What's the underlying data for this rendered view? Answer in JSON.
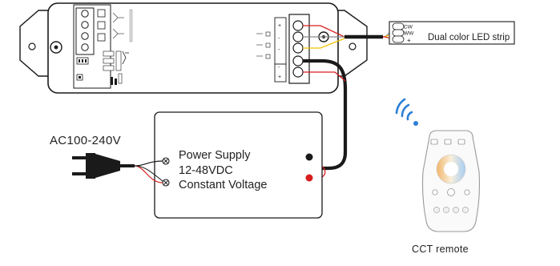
{
  "labels": {
    "ac_input": "AC100-240V",
    "power_supply_line1": "Power Supply",
    "power_supply_line2": "12-48VDC",
    "power_supply_line3": "Constant Voltage",
    "led_strip": "Dual color LED strip",
    "remote": "CCT remote"
  },
  "strip_terminals": [
    "CW",
    "WW",
    "+"
  ],
  "controller_input_terminals": [
    "-",
    "+"
  ],
  "controller_output_terminals": [
    "+",
    "-",
    "-"
  ],
  "colors": {
    "outline": "#1a1a1a",
    "positive_wire": "#d81e1e",
    "cw_wire": "#8a8a8a",
    "ww_wire": "#f2c400",
    "signal_blue": "#2b7fd6"
  }
}
